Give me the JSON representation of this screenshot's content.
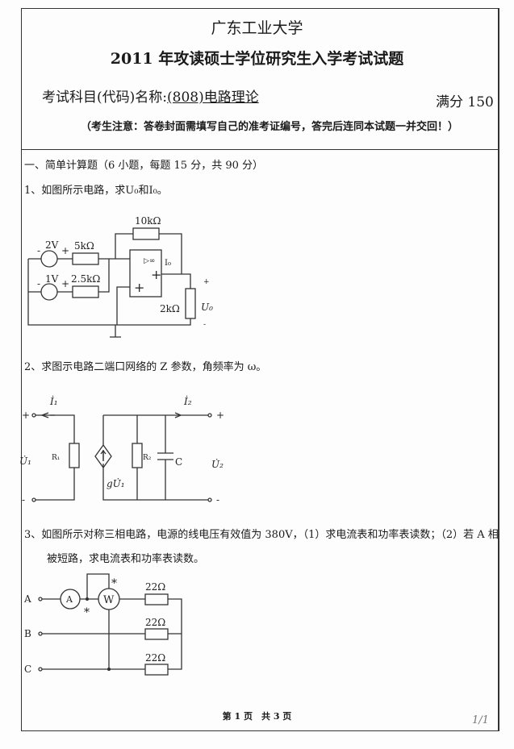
{
  "header": {
    "university": "广东工业大学",
    "exam_title": "2011 年攻读硕士学位研究生入学考试试题",
    "subject_label": "考试科目(代码)名称:",
    "subject_value": "(808)电路理论",
    "full_score": "满分 150",
    "notice": "（考生注意：答卷封面需填写自己的准考证编号，答完后连同本试题一并交回！）"
  },
  "section": {
    "title": "一、简单计算题（6 小题，每题 15 分，共 90 分）",
    "questions": [
      {
        "text": "1、如图所示电路，求U₀和I₀。"
      },
      {
        "text": "2、求图示电路二端口网络的 Z 参数，角频率为 ω。"
      },
      {
        "text": "3、如图所示对称三相电路，电源的线电压有效值为 380V，（1）求电流表和功率表读数；（2）若 A 相",
        "text2": "被短路，求电流表和功率表读数。"
      }
    ]
  },
  "circuit1": {
    "v1": "2V",
    "v2": "1V",
    "r1": "5kΩ",
    "r2": "2.5kΩ",
    "rf": "10kΩ",
    "rl": "2kΩ",
    "opamp": "▷∞",
    "plus": "+",
    "minus": "-",
    "io": "I₀",
    "uo": "U₀"
  },
  "circuit2": {
    "i1": "İ₁",
    "i2": "İ₂",
    "u1": "U̇₁",
    "u2": "U̇₂",
    "r1": "R₁",
    "r2": "R₂",
    "c": "C",
    "dep": "gU̇₁",
    "plus": "+",
    "minus": "-"
  },
  "circuit3": {
    "a": "A",
    "b": "B",
    "c": "C",
    "ammeter": "A",
    "wattmeter": "W",
    "r": "22Ω",
    "star": "*"
  },
  "footer": {
    "page": "第 1 页　共 3 页",
    "mark": "1/1"
  }
}
